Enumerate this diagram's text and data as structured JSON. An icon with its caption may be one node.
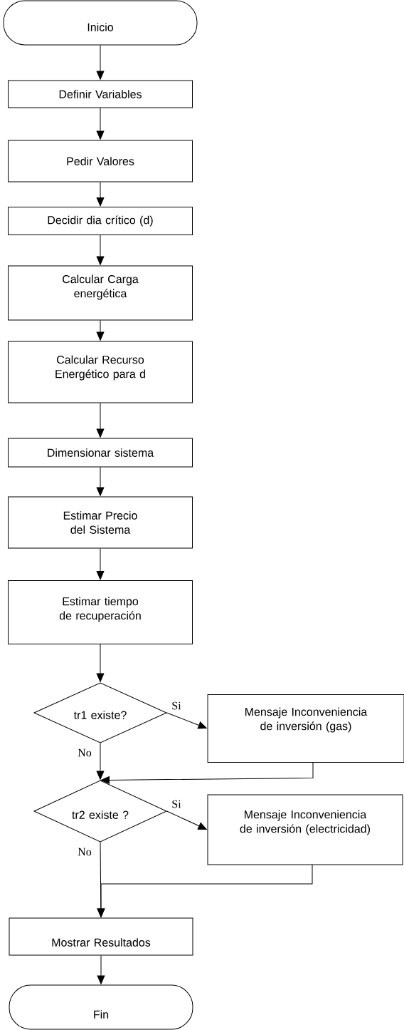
{
  "diagram": {
    "nodes": [
      {
        "text": [
          "Inicio"
        ]
      },
      {
        "text": [
          "Definir Variables"
        ]
      },
      {
        "text": [
          "Pedir Valores"
        ]
      },
      {
        "text": [
          "Decidir dia crítico (d)"
        ]
      },
      {
        "text": [
          "Calcular Carga energética"
        ]
      },
      {
        "text": [
          "Calcular Recurso Energético para d"
        ]
      },
      {
        "text": [
          "Dimensionar sistema"
        ]
      },
      {
        "text": [
          "Estimar Precio del Sistema"
        ]
      },
      {
        "text": [
          "Estimar tiempo de recuperación"
        ]
      },
      {
        "text": [
          "tr1 existe?"
        ]
      },
      {
        "text": [
          "Mensaje Inconveniencia de inversión (gas)"
        ]
      },
      {
        "text": [
          "tr2 existe ?"
        ]
      },
      {
        "text": [
          "Mensaje Inconveniencia de inversión (electricidad)"
        ]
      },
      {
        "text": [
          "Mostrar Resultados"
        ]
      },
      {
        "text": [
          "Fin"
        ]
      }
    ],
    "edges": [
      {
        "from": 0,
        "to": 1,
        "arrow": "to"
      },
      {
        "from": 1,
        "to": 2,
        "arrow": "to"
      },
      {
        "from": 2,
        "to": 3,
        "arrow": "to"
      },
      {
        "from": 3,
        "to": 4,
        "arrow": "to"
      },
      {
        "from": 4,
        "to": 5,
        "arrow": "to"
      },
      {
        "from": 5,
        "to": 6,
        "arrow": "to"
      },
      {
        "from": 6,
        "to": 7,
        "arrow": "to"
      },
      {
        "from": 7,
        "to": 8,
        "arrow": "to"
      },
      {
        "from": 8,
        "to": 9,
        "arrow": "to"
      },
      {
        "from": 9,
        "to": 10,
        "arrow": "to",
        "label": "Si"
      },
      {
        "from": 9,
        "to": 11,
        "arrow": "to",
        "label": "No"
      },
      {
        "from": 10,
        "to": 11,
        "arrow": "to"
      },
      {
        "from": 11,
        "to": 12,
        "arrow": "to",
        "label": "Si"
      },
      {
        "from": 11,
        "to": 13,
        "arrow": "to",
        "label": "No"
      },
      {
        "from": 12,
        "to": 13,
        "arrow": "to"
      },
      {
        "from": 13,
        "to": 14,
        "arrow": "to"
      }
    ]
  }
}
